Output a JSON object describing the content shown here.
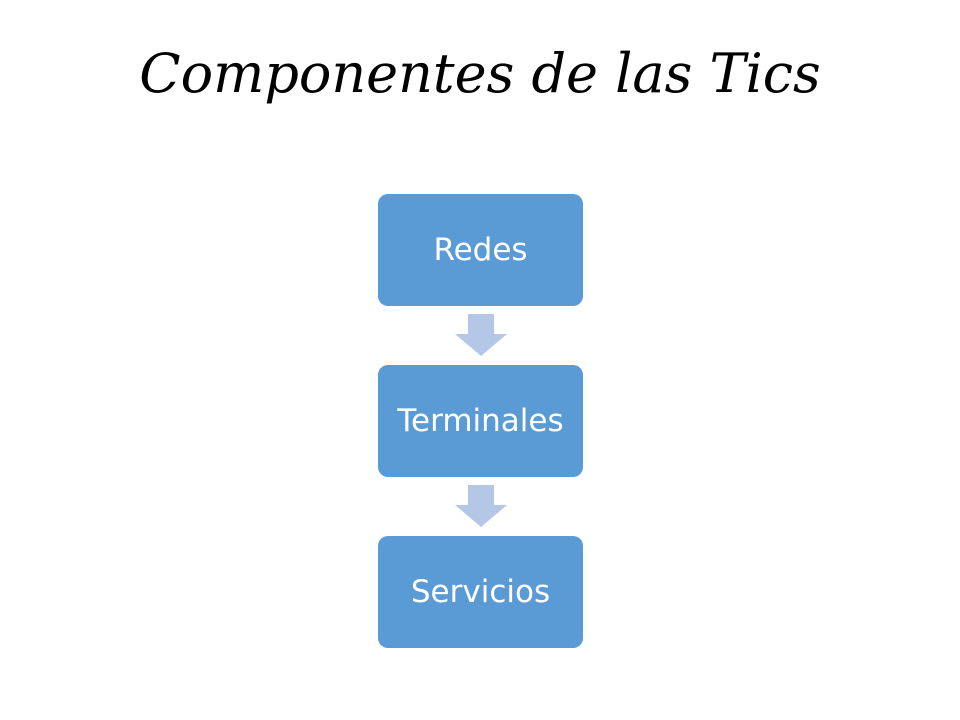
{
  "slide": {
    "title": "Componentes de las Tics"
  },
  "diagram": {
    "nodes": [
      {
        "label": "Redes"
      },
      {
        "label": "Terminales"
      },
      {
        "label": "Servicios"
      }
    ],
    "colors": {
      "box_fill": "#5b9bd5",
      "arrow_fill": "#b4c7e7",
      "text": "#ffffff"
    },
    "arrow_icon": "down-arrow-icon"
  }
}
